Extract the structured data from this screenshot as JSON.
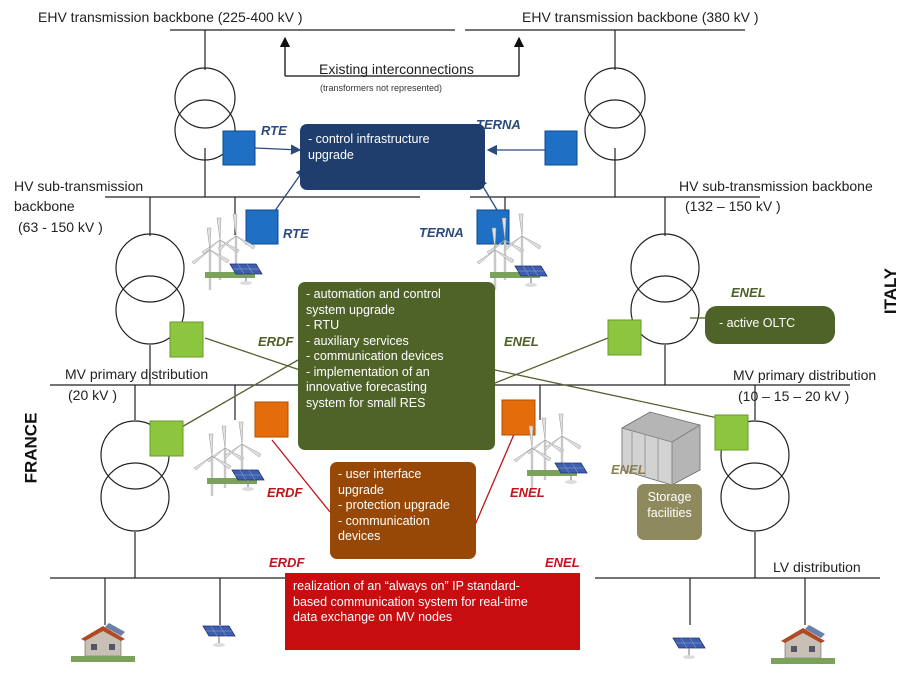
{
  "labels": {
    "ehv_left": "EHV transmission backbone (225-400 kV )",
    "ehv_right": "EHV transmission backbone (380 kV )",
    "interconnections": "Existing interconnections",
    "interconnections_note": "(transformers not represented)",
    "hv_left_1": "HV sub-transmission",
    "hv_left_2": "backbone",
    "hv_left_3": "(63 - 150 kV )",
    "hv_right_1": "HV sub-transmission backbone",
    "hv_right_2": "(132 – 150 kV )",
    "mv_left_1": "MV primary distribution",
    "mv_left_2": "(20 kV )",
    "mv_right_1": "MV primary distribution",
    "mv_right_2": "(10 – 15 – 20 kV )",
    "lv": "LV distribution"
  },
  "countries": {
    "left": "FRANCE",
    "right": "ITALY"
  },
  "operators": {
    "rte_1": "RTE",
    "rte_2": "RTE",
    "terna_1": "TERNA",
    "terna_2": "TERNA",
    "erdf_green": "ERDF",
    "erdf_red_1": "ERDF",
    "erdf_red_2": "ERDF",
    "enel_green": "ENEL",
    "enel_red_1": "ENEL",
    "enel_red_2": "ENEL",
    "enel_box": "ENEL",
    "enel_storage": "ENEL"
  },
  "boxes": {
    "blue": [
      "- control infrastructure",
      "upgrade"
    ],
    "green": [
      "- automation and control",
      "system upgrade",
      "- RTU",
      "- auxiliary services",
      "- communication devices",
      "- implementation of an",
      "innovative forecasting",
      "system for small RES"
    ],
    "orange": [
      "- user interface",
      "upgrade",
      "- protection upgrade",
      "- communication",
      "devices"
    ],
    "red": [
      "realization of an “always on” IP standard-",
      "based communication system for real-time",
      "data exchange on MV nodes"
    ],
    "olive_enel": "- active OLTC",
    "storage": "Storage facilities"
  },
  "colors": {
    "blue_box": "#1f3e6e",
    "green_box": "#4f6228",
    "orange_box": "#974806",
    "red_box": "#c80d11",
    "olive_box": "#8f8a5e",
    "rtu_blue": "#1f6fc4",
    "rtu_green": "#8cc63f",
    "rtu_orange": "#e46c0a"
  }
}
